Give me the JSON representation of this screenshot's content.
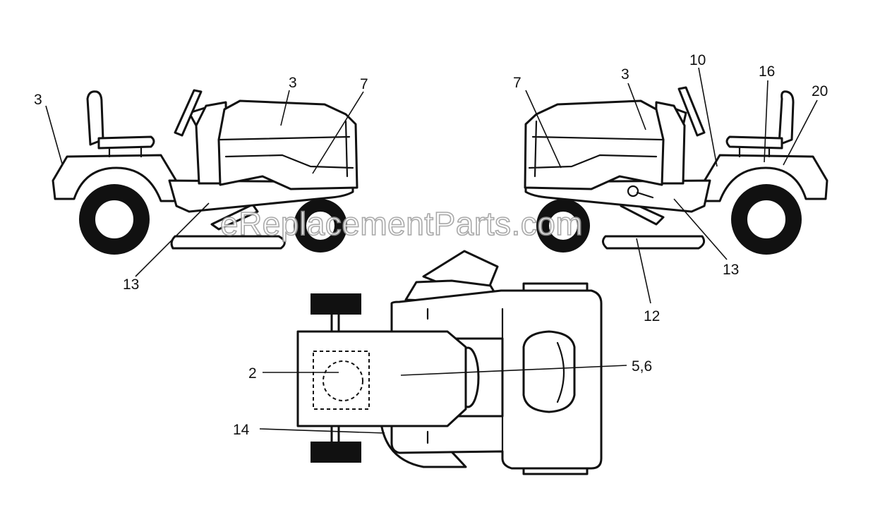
{
  "watermark": "eReplacementParts.com",
  "callouts": {
    "left_view": {
      "seat_fender": "3",
      "hood": "3",
      "grille": "7",
      "deck": "13"
    },
    "right_view": {
      "grille": "7",
      "hood": "3",
      "dash": "10",
      "seat": "16",
      "fender": "20",
      "deck": "13",
      "chute": "12"
    },
    "top_view": {
      "hood_circle": "2",
      "hood_top": "5,6",
      "deck_front": "14"
    }
  }
}
